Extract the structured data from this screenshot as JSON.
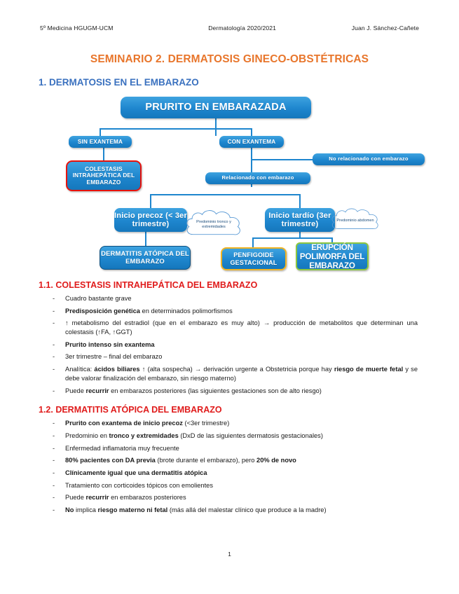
{
  "header": {
    "left": "5º Medicina HGUGM-UCM",
    "center": "Dermatología 2020/2021",
    "right": "Juan J. Sánchez-Cañete"
  },
  "title": "SEMINARIO 2. DERMATOSIS GINECO-OBSTÉTRICAS",
  "section1_heading": "1. DERMATOSIS EN EL EMBARAZO",
  "colors": {
    "title_orange": "#E8762C",
    "heading_blue": "#3A71BF",
    "subheading_red": "#E01B1B",
    "node_blue": "#1E86CE",
    "border_red": "#E8120C",
    "border_gold": "#F0B323",
    "border_green": "#8DC63F"
  },
  "diagram": {
    "root": "PRURITO EN EMBARAZADA",
    "sin_exantema": "SIN EXANTEMA",
    "con_exantema": "CON EXANTEMA",
    "no_relacionado": "No relacionado con embarazo",
    "relacionado": "Relacionado con embarazo",
    "colestasis": "COLESTASIS INTRAHEPÁTICA DEL EMBARAZO",
    "inicio_precoz": "Inicio precoz (< 3er trimestre)",
    "inicio_tardio": "Inicio tardío (3er trimestre)",
    "cloud_left": "Predominio tronco y extremidades",
    "cloud_right": "Predominio abdomen",
    "dermatitis": "DERMATITIS ATÓPICA DEL EMBARAZO",
    "penfigoide": "PENFIGOIDE GESTACIONAL",
    "erupcion": "ERUPCIÓN POLIMORFA DEL EMBARAZO"
  },
  "section_1_1": {
    "heading": "1.1. COLESTASIS INTRAHEPÁTICA DEL EMBARAZO",
    "bullets": [
      {
        "html": "Cuadro bastante grave"
      },
      {
        "html": "<b>Predisposición genética</b> en determinados polimorfismos"
      },
      {
        "html": "↑ metabolismo del estradiol (que en el embarazo es muy alto) → producción de metabolitos que determinan una colestasis (↑FA, ↑GGT)"
      },
      {
        "html": "<b>Prurito intenso sin exantema</b>"
      },
      {
        "html": "3er trimestre – final del embarazo"
      },
      {
        "html": "Analítica: <b>ácidos biliares</b> ↑ (alta sospecha) → derivación urgente a Obstetricia porque hay <b>riesgo de muerte fetal</b> y se debe valorar finalización del embarazo, sin riesgo materno)"
      },
      {
        "html": "Puede <b>recurrir</b> en embarazos posteriores (las siguientes gestaciones son de alto riesgo)"
      }
    ]
  },
  "section_1_2": {
    "heading": "1.2. DERMATITIS ATÓPICA DEL EMBARAZO",
    "bullets": [
      {
        "html": "<b>Prurito con exantema de inicio precoz</b> (&lt;3er trimestre)"
      },
      {
        "html": "Predominio en <b>tronco y extremidades</b> (DxD de las siguientes dermatosis gestacionales)"
      },
      {
        "html": "Enfermedad inflamatoria muy frecuente"
      },
      {
        "html": "<b>80% pacientes con DA previa</b> (brote durante el embarazo), pero <b>20% de novo</b>"
      },
      {
        "html": "<b>Clínicamente igual que una dermatitis atópica</b>"
      },
      {
        "html": "Tratamiento con corticoides tópicos con emolientes"
      },
      {
        "html": "Puede <b>recurrir</b> en embarazos posteriores"
      },
      {
        "html": "<b>No</b> implica <b>riesgo materno ni fetal</b> (más allá del malestar clínico que produce a la madre)"
      }
    ]
  },
  "footer": {
    "page_number": "1"
  }
}
